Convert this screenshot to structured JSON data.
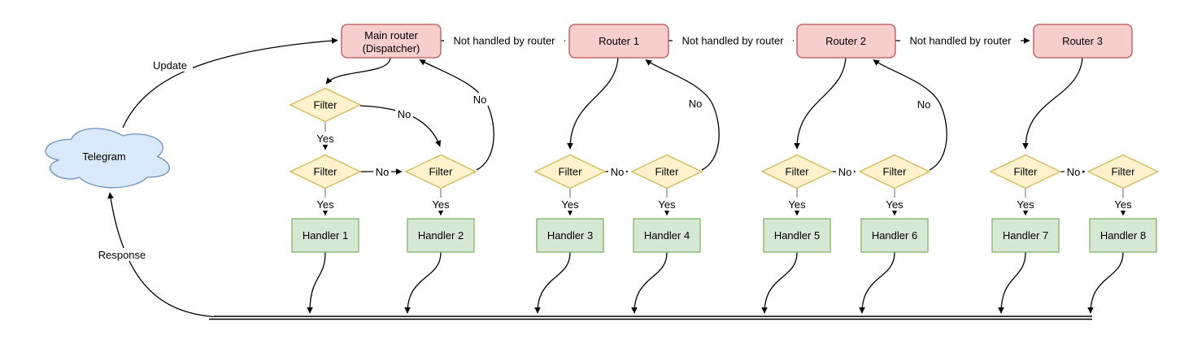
{
  "palette": {
    "router_fill": "#f8cecc",
    "router_stroke": "#b85450",
    "filter_fill": "#fff2cc",
    "filter_stroke": "#d6b656",
    "handler_fill": "#d5e8d4",
    "handler_stroke": "#82b366",
    "cloud_fill": "#dae8fc",
    "cloud_stroke": "#6c8ebf",
    "edge_color": "#000000",
    "background": "#ffffff"
  },
  "nodes": {
    "cloud": "Telegram",
    "dispatcher_line1": "Main router",
    "dispatcher_line2": "(Dispatcher)",
    "routers": [
      "Router 1",
      "Router 2",
      "Router 3"
    ],
    "filter": "Filter",
    "handlers": [
      "Handler 1",
      "Handler 2",
      "Handler 3",
      "Handler 4",
      "Handler 5",
      "Handler 6",
      "Handler 7",
      "Handler 8"
    ]
  },
  "edge_labels": {
    "update": "Update",
    "response": "Response",
    "not_handled": "Not handled by router",
    "yes": "Yes",
    "no": "No"
  }
}
